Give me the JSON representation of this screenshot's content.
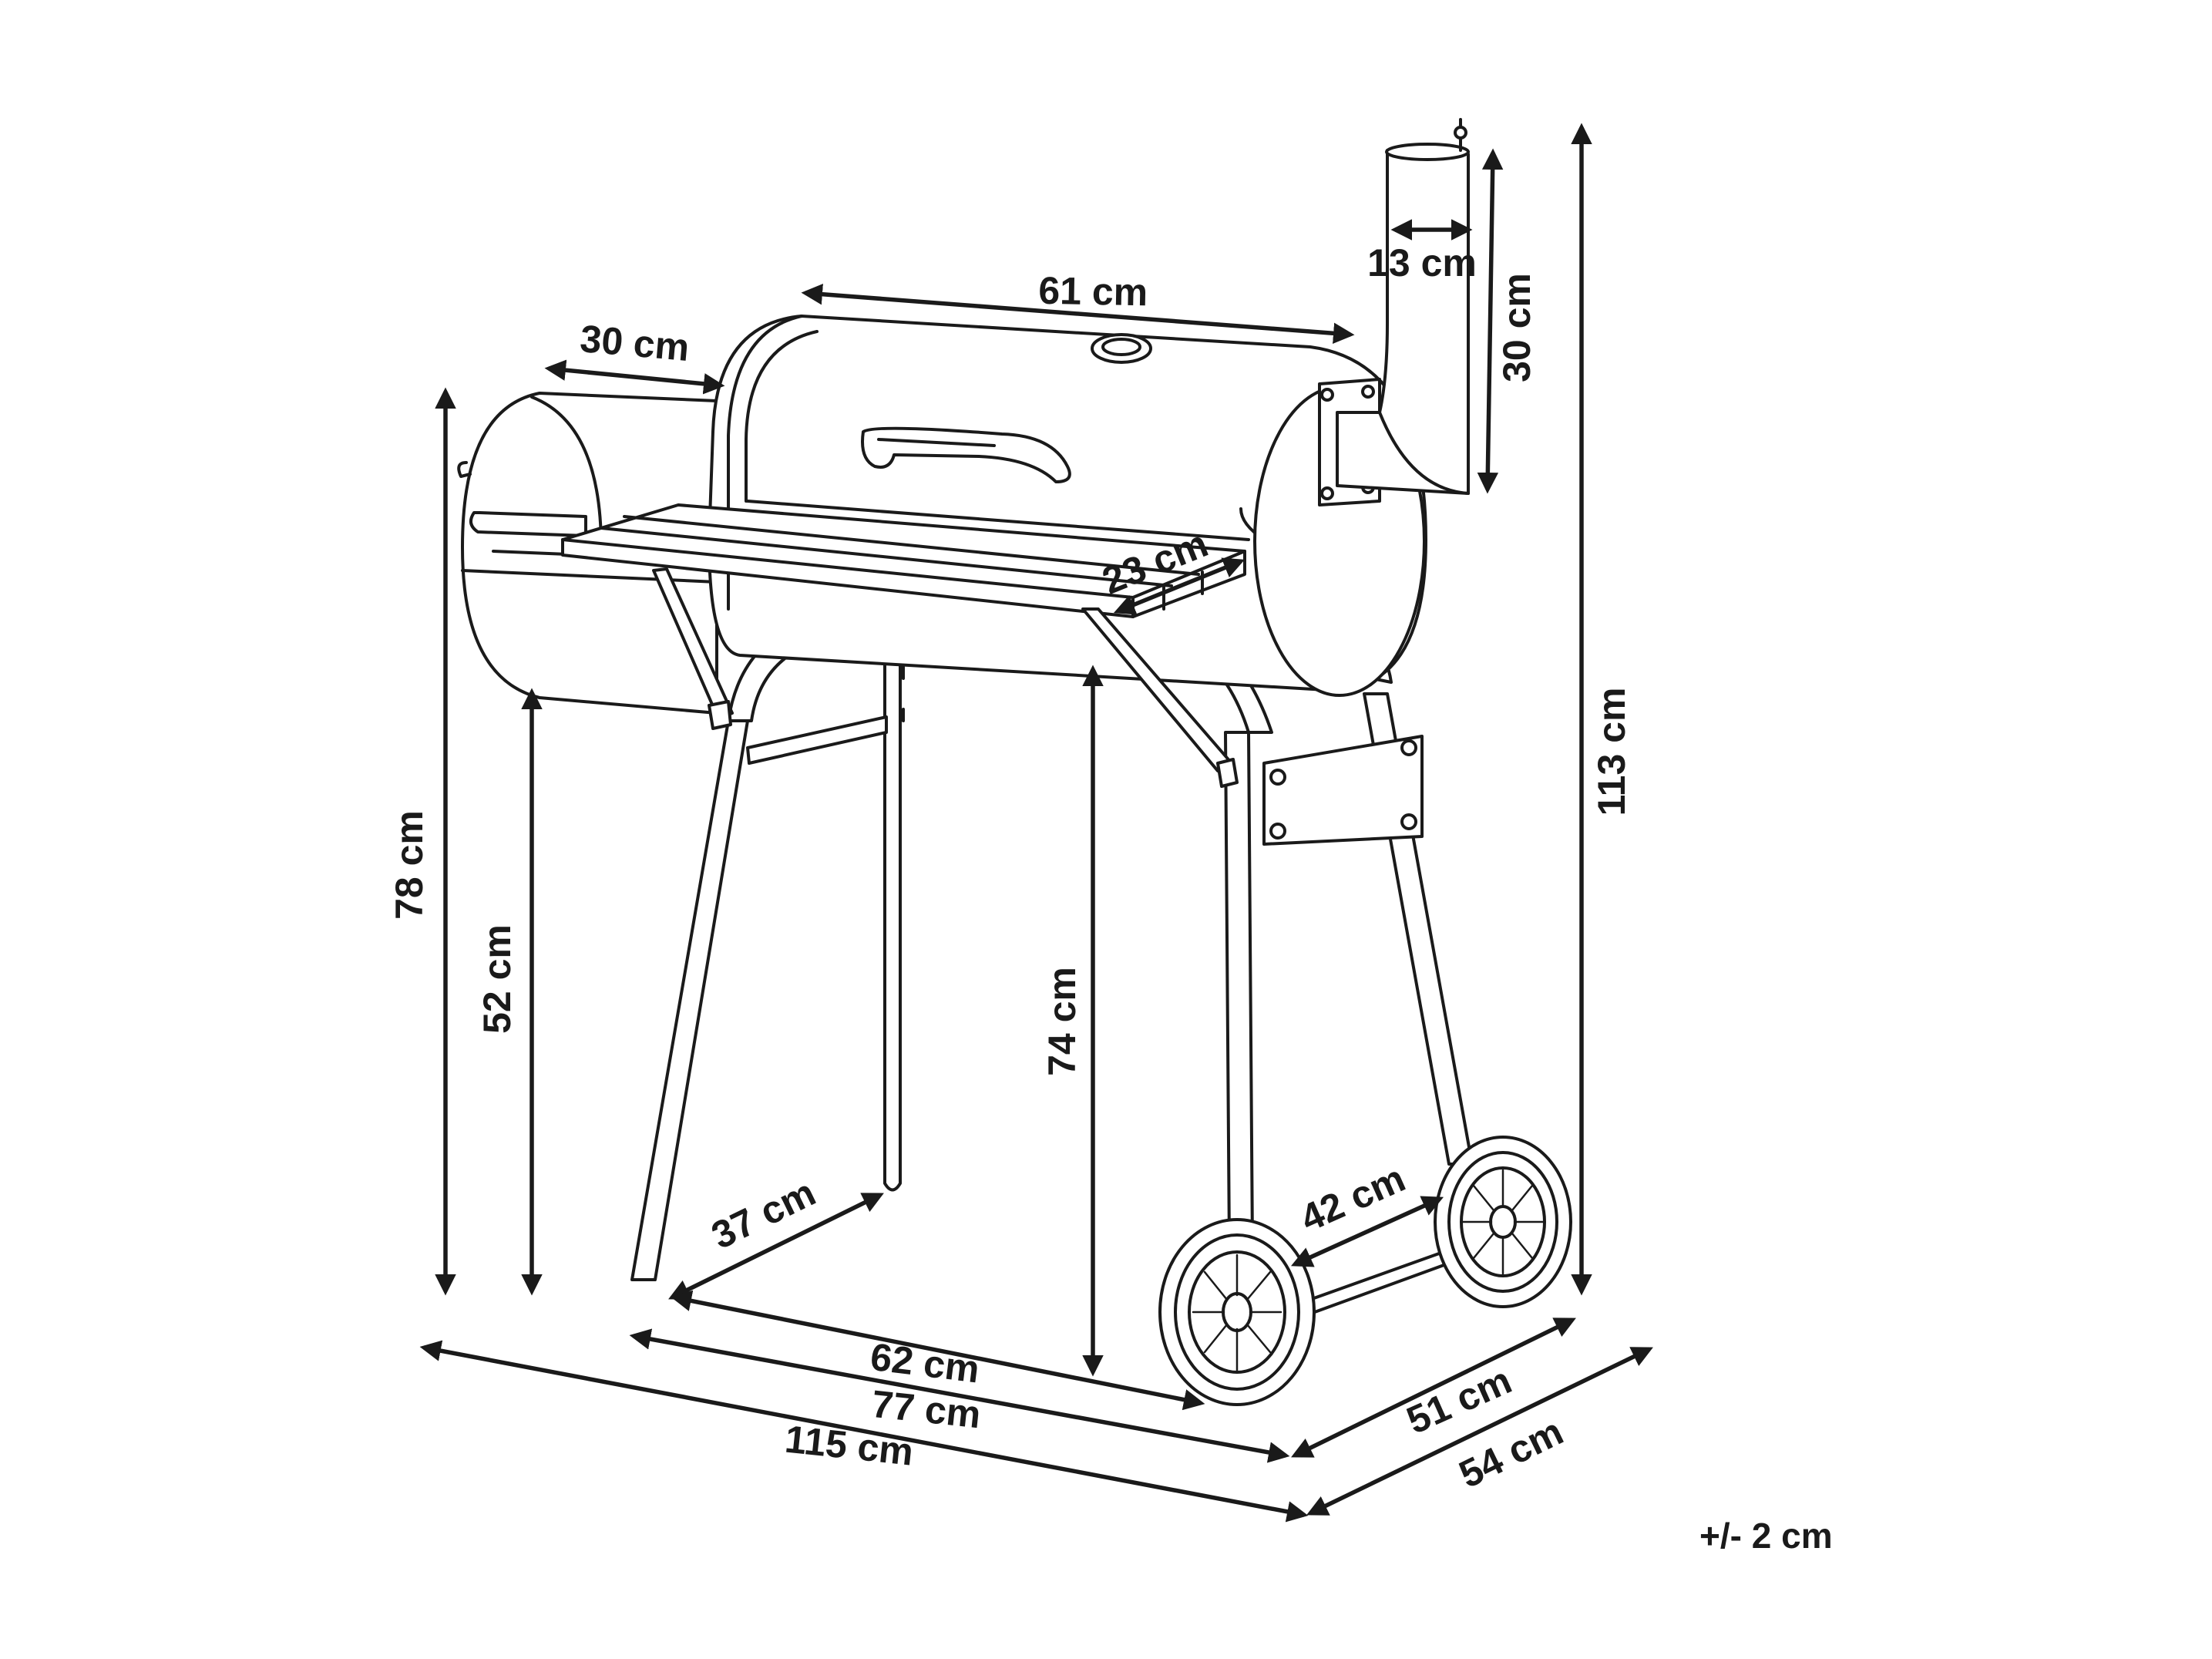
{
  "diagram": {
    "dimensions": {
      "firebox_length": "30 cm",
      "chamber_length": "61 cm",
      "chimney_diameter": "13 cm",
      "chimney_height": "30 cm",
      "total_height": "113 cm",
      "shelf_depth": "23 cm",
      "firebox_top_height": "78 cm",
      "firebox_bottom_height": "52 cm",
      "shelf_height": "74 cm",
      "leg_depth": "37 cm",
      "wheel_spacing": "42 cm",
      "base_width": "62 cm",
      "frame_width": "77 cm",
      "total_width": "115 cm",
      "depth_inner": "51 cm",
      "depth_total": "54 cm"
    },
    "tolerance": "+/- 2 cm"
  }
}
